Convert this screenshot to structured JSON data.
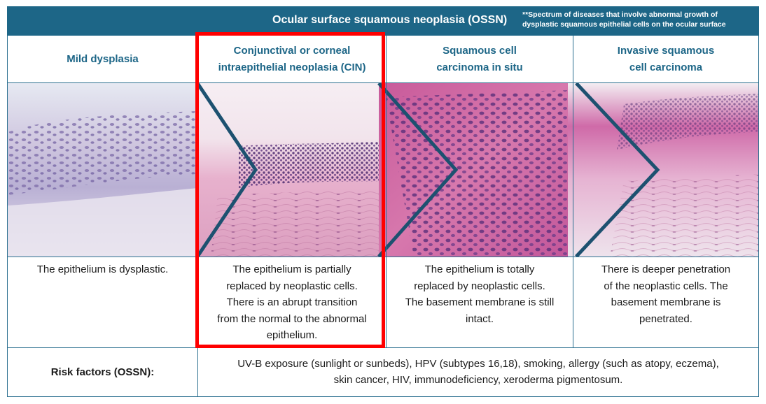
{
  "banner": {
    "title": "Ocular surface squamous neoplasia (OSSN)",
    "note_line1": "**Spectrum of diseases that involve abnormal growth of",
    "note_line2": "dysplastic squamous epithelial cells on the ocular surface"
  },
  "columns": [
    {
      "heading": [
        "Mild dysplasia"
      ],
      "description": [
        "The epithelium is dysplastic."
      ],
      "image_name": "mild-dysplasia-histology-image"
    },
    {
      "heading": [
        "Conjunctival or corneal",
        "intraepithelial neoplasia (CIN)"
      ],
      "description": [
        "The epithelium is partially",
        "replaced by neoplastic cells.",
        "There is an abrupt transition",
        "from the normal to the abnormal",
        "epithelium."
      ],
      "image_name": "cin-histology-image"
    },
    {
      "heading": [
        "Squamous cell",
        "carcinoma in situ"
      ],
      "description": [
        "The epithelium is totally",
        "replaced by neoplastic cells.",
        "The basement membrane is still",
        "intact."
      ],
      "image_name": "carcinoma-in-situ-histology-image"
    },
    {
      "heading": [
        "Invasive squamous",
        "cell carcinoma"
      ],
      "description": [
        "There is deeper penetration",
        "of the neoplastic cells. The",
        "basement membrane is",
        "penetrated."
      ],
      "image_name": "invasive-carcinoma-histology-image"
    }
  ],
  "risk": {
    "label": "Risk factors (OSSN):",
    "text_line1": "UV-B exposure (sunlight or sunbeds), HPV (subtypes 16,18), smoking, allergy (such as atopy, eczema),",
    "text_line2": "skin cancer, HIV, immunodeficiency, xeroderma pigmentosum."
  },
  "colors": {
    "banner": "#1d6687",
    "heading_text": "#1d6687",
    "border": "#2a6f8f",
    "highlight": "#ff0000",
    "tissue_pale": "#eae6f0",
    "tissue_pink": "#e8a7c6",
    "tissue_dark": "#c25a96",
    "chevron": "#1d5170"
  }
}
